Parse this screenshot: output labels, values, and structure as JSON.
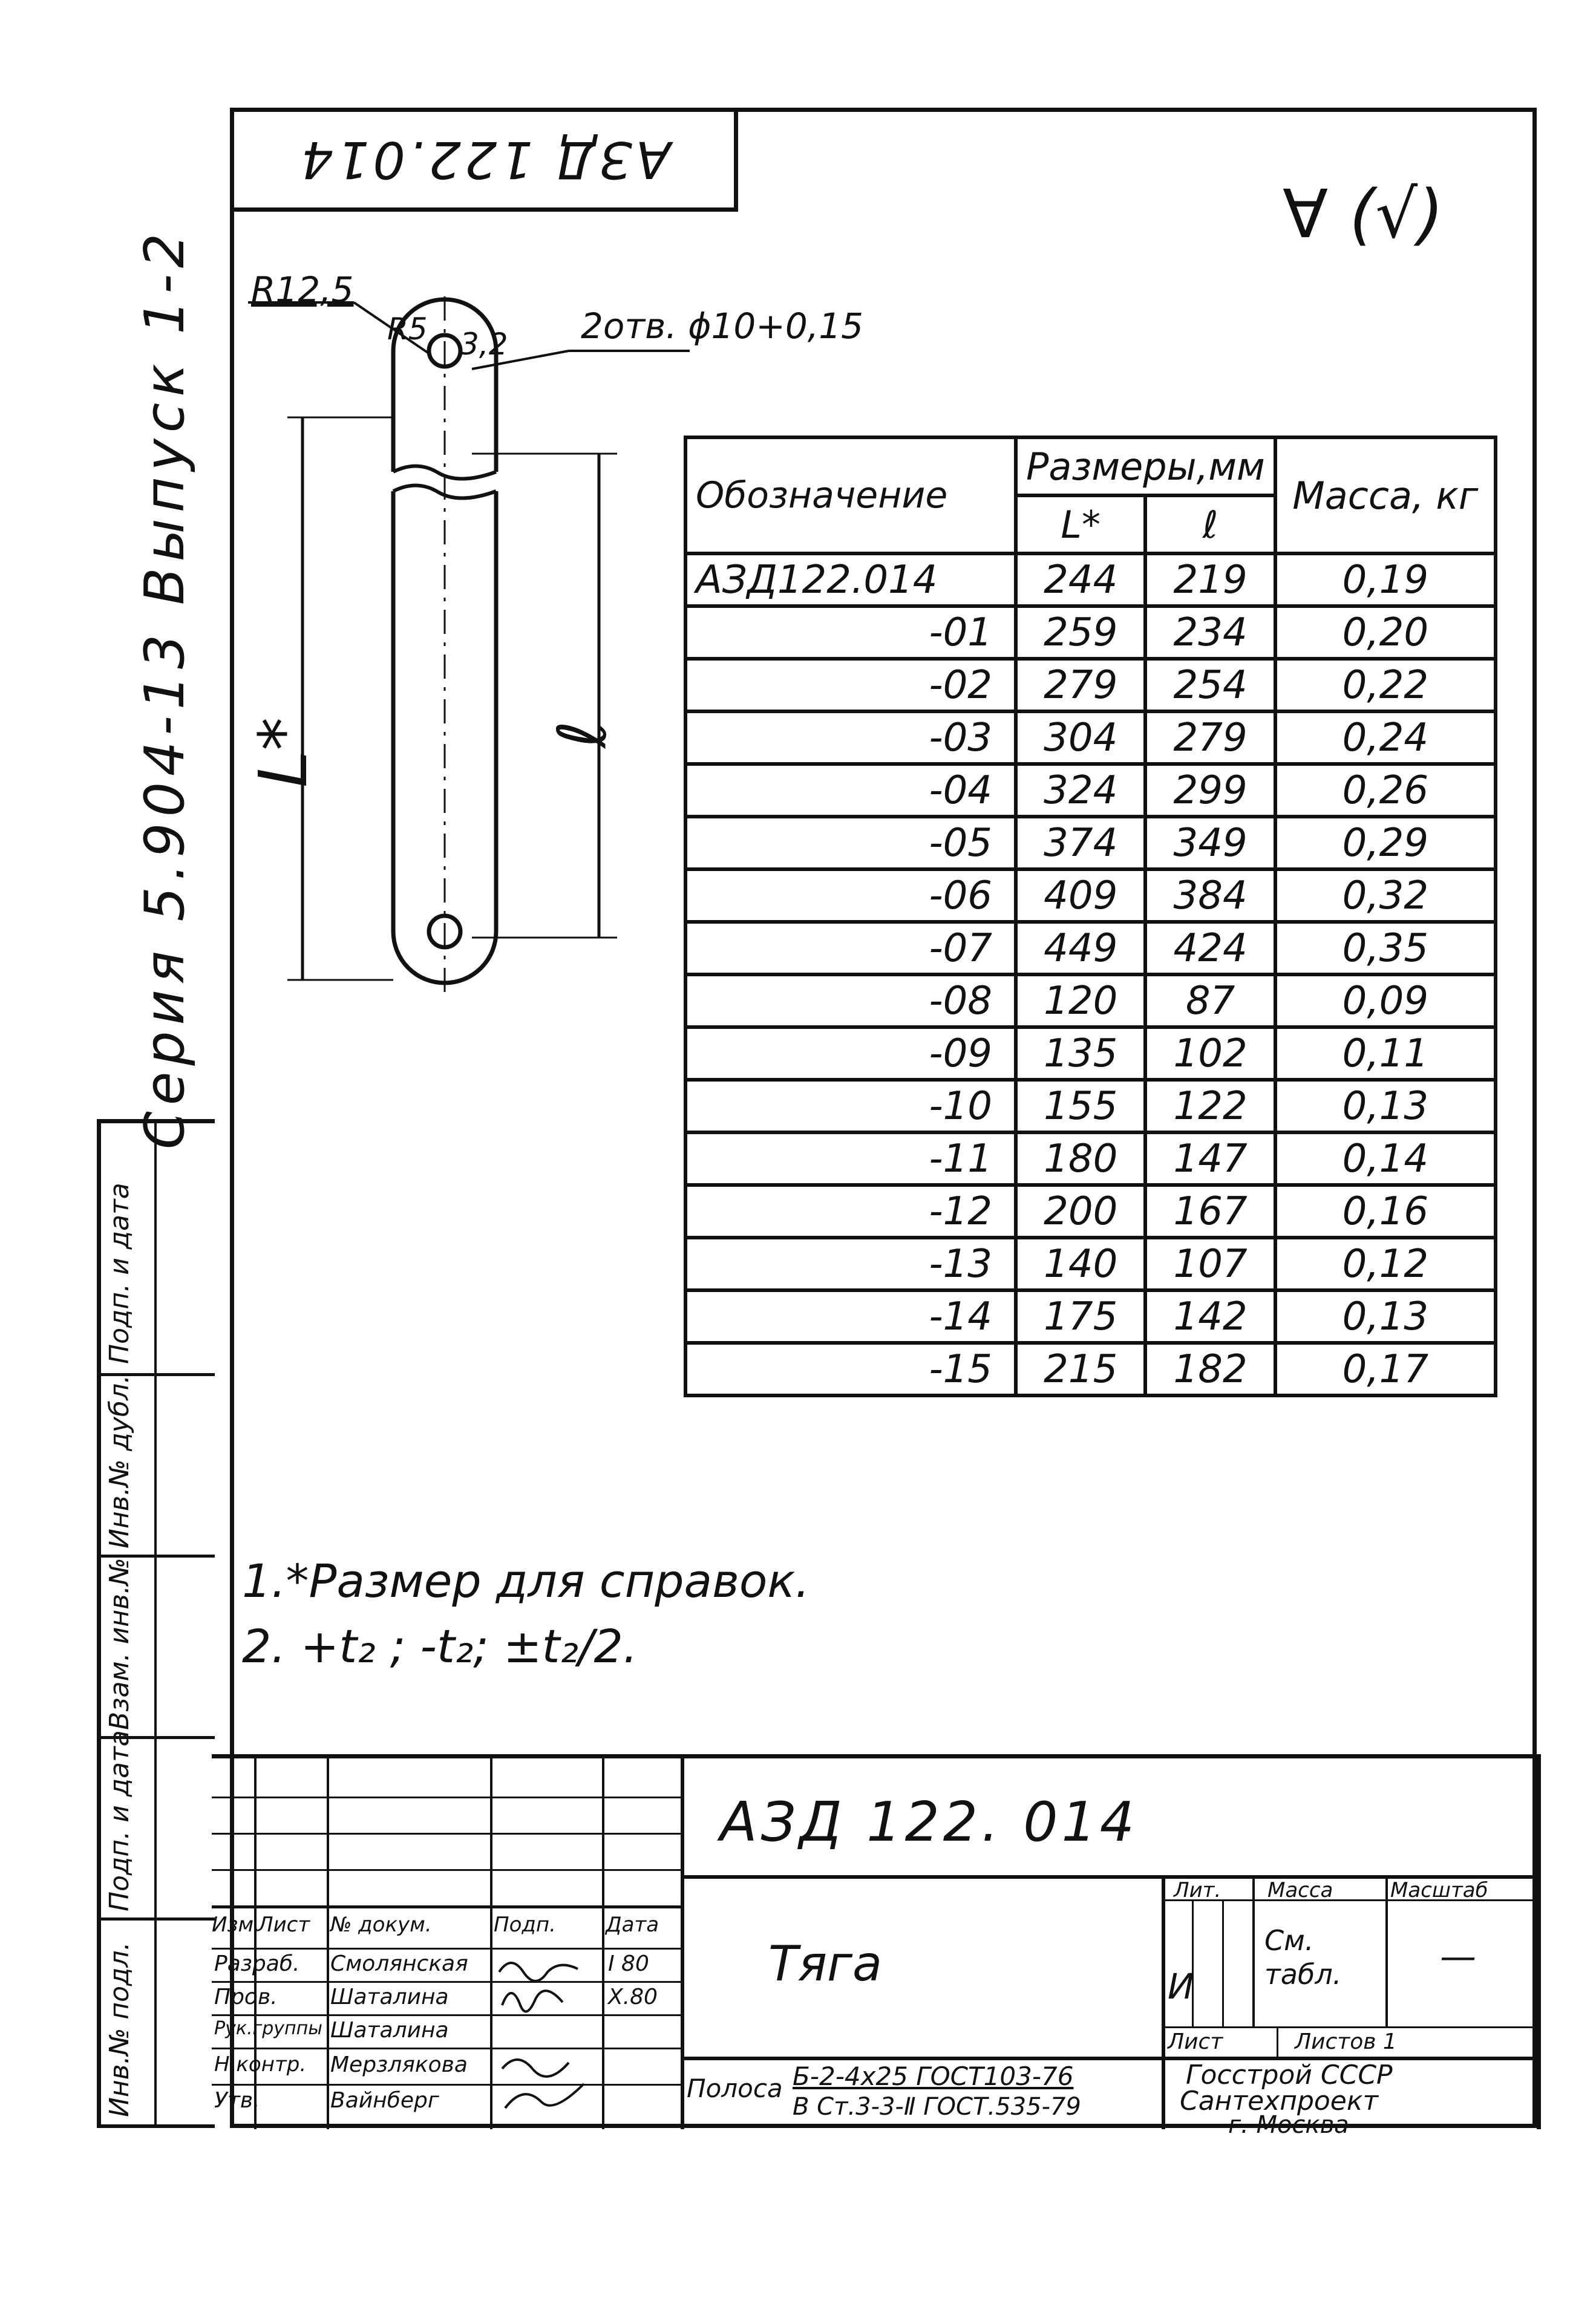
{
  "document": {
    "corner_code": "АЗД 122.014",
    "series_text": "Серия 5.904-13 Выпуск 1-2",
    "roughness_mark": "∀ (√)"
  },
  "drawing": {
    "radius_label": "R12,5",
    "inner_radius_label": "R5",
    "offset_label": "3,2",
    "holes_label": "2отв. ϕ10+0,15",
    "length_label": "L*",
    "hole_distance_label": "ℓ"
  },
  "table": {
    "headers": {
      "designation": "Обозначение",
      "sizes": "Размеры,мм",
      "L": "L*",
      "l": "ℓ",
      "mass": "Масса, кг"
    },
    "rows": [
      {
        "designation": "АЗД122.014",
        "L": "244",
        "l": "219",
        "mass": "0,19"
      },
      {
        "designation": "-01",
        "L": "259",
        "l": "234",
        "mass": "0,20"
      },
      {
        "designation": "-02",
        "L": "279",
        "l": "254",
        "mass": "0,22"
      },
      {
        "designation": "-03",
        "L": "304",
        "l": "279",
        "mass": "0,24"
      },
      {
        "designation": "-04",
        "L": "324",
        "l": "299",
        "mass": "0,26"
      },
      {
        "designation": "-05",
        "L": "374",
        "l": "349",
        "mass": "0,29"
      },
      {
        "designation": "-06",
        "L": "409",
        "l": "384",
        "mass": "0,32"
      },
      {
        "designation": "-07",
        "L": "449",
        "l": "424",
        "mass": "0,35"
      },
      {
        "designation": "-08",
        "L": "120",
        "l": "87",
        "mass": "0,09"
      },
      {
        "designation": "-09",
        "L": "135",
        "l": "102",
        "mass": "0,11"
      },
      {
        "designation": "-10",
        "L": "155",
        "l": "122",
        "mass": "0,13"
      },
      {
        "designation": "-11",
        "L": "180",
        "l": "147",
        "mass": "0,14"
      },
      {
        "designation": "-12",
        "L": "200",
        "l": "167",
        "mass": "0,16"
      },
      {
        "designation": "-13",
        "L": "140",
        "l": "107",
        "mass": "0,12"
      },
      {
        "designation": "-14",
        "L": "175",
        "l": "142",
        "mass": "0,13"
      },
      {
        "designation": "-15",
        "L": "215",
        "l": "182",
        "mass": "0,17"
      }
    ]
  },
  "notes": {
    "line1": "1.*Размер для справок.",
    "line2": "2. +t₂ ; -t₂; ±t₂/2."
  },
  "title_block": {
    "doc_code": "АЗД 122. 014",
    "name": "Тяга",
    "lit_header": "Лит.",
    "mass_header": "Масса",
    "scale_header": "Масштаб",
    "lit_value": "И",
    "mass_value": "См. табл.",
    "scale_value": "—",
    "sheet_label": "Лист",
    "sheets_label": "Листов 1",
    "material_label": "Полоса",
    "material_top": "Б-2-4x25 ГОСТ103-76",
    "material_bottom": "В Ст.3-3-Ⅱ ГОСТ.535-79",
    "org_line1": "Госстрой СССР",
    "org_line2": "Сантехпроект",
    "org_line3": "г. Москва",
    "col_headers": [
      "Изм.",
      "Лист",
      "№ докум.",
      "Подп.",
      "Дата"
    ],
    "signers": [
      {
        "role": "Разраб.",
        "name": "Смолянская",
        "date": "I 80"
      },
      {
        "role": "Пров.",
        "name": "Шаталина",
        "date": "X.80"
      },
      {
        "role": "Рук.группы",
        "name": "Шаталина",
        "date": ""
      },
      {
        "role": "Н.контр.",
        "name": "Мерзлякова",
        "date": ""
      },
      {
        "role": "Утв.",
        "name": "Вайнберг",
        "date": ""
      }
    ]
  },
  "side_stamp": {
    "labels": [
      "Инв.№ подл.",
      "Подп. и дата",
      "Взам. инв.№",
      "Инв.№ дубл.",
      "Подп. и дата"
    ]
  }
}
